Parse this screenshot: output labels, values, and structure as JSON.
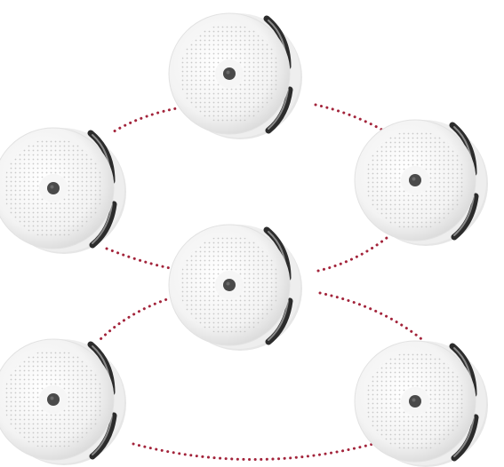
{
  "scene": {
    "background": "#ffffff",
    "device_name": "smoke-detector",
    "detector_count": 6,
    "link_style": "dotted",
    "colors": {
      "link": "#a3243b",
      "body": "#f5f5f5",
      "body_shade": "#dcdcdc",
      "perforation": "#c9c9c9",
      "center_button": "#4a4a4a",
      "vent_slot": "#2c2c2c"
    }
  }
}
